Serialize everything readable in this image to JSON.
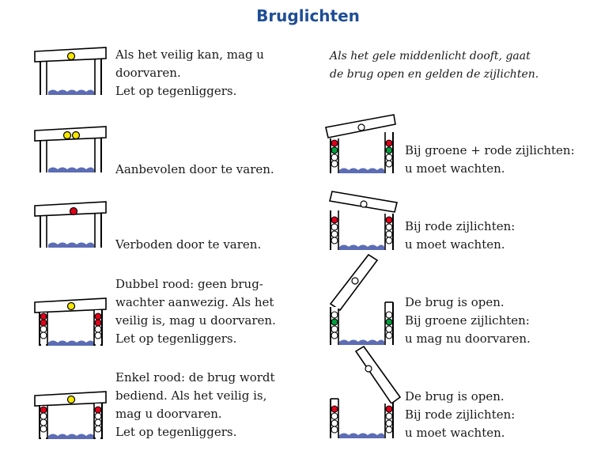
{
  "title": "Bruglichten",
  "colors": {
    "title": "#1f4e96",
    "water": "#5c6db5",
    "yellow": "#f7e600",
    "red": "#e2001a",
    "green": "#009f3d",
    "stroke": "#000000"
  },
  "intro": {
    "lines": [
      "Als het gele middenlicht dooft, gaat",
      "de brug open en gelden de zijlichten."
    ]
  },
  "left": [
    {
      "icon": "single-yellow-light-icon",
      "lines": [
        "Als het veilig kan, mag u",
        "doorvaren.",
        "Let op tegenliggers."
      ]
    },
    {
      "icon": "double-yellow-light-icon",
      "lines": [
        "Aanbevolen door te varen."
      ]
    },
    {
      "icon": "red-light-icon",
      "lines": [
        "Verboden door te varen."
      ]
    },
    {
      "icon": "double-red-yellow-icon",
      "lines": [
        "Dubbel rood: geen brug-",
        "wachter aanwezig. Als het",
        "veilig is, mag u doorvaren.",
        "Let op tegenliggers."
      ]
    },
    {
      "icon": "single-red-yellow-icon",
      "lines": [
        "Enkel rood: de brug wordt",
        "bediend. Als het veilig is,",
        "mag u doorvaren.",
        "Let op tegenliggers."
      ]
    }
  ],
  "right": [
    {
      "icon": "red-green-side-lights-icon",
      "lines": [
        "Bij groene + rode zijlichten:",
        "u moet wachten."
      ]
    },
    {
      "icon": "red-side-lights-icon",
      "lines": [
        "Bij rode zijlichten:",
        "u moet wachten."
      ]
    },
    {
      "icon": "bridge-open-green-icon",
      "lines": [
        "De brug is open.",
        "Bij groene zijlichten:",
        "u mag nu doorvaren."
      ]
    },
    {
      "icon": "bridge-open-red-icon",
      "lines": [
        "De brug is open.",
        "Bij rode zijlichten:",
        "u moet wachten."
      ]
    }
  ]
}
